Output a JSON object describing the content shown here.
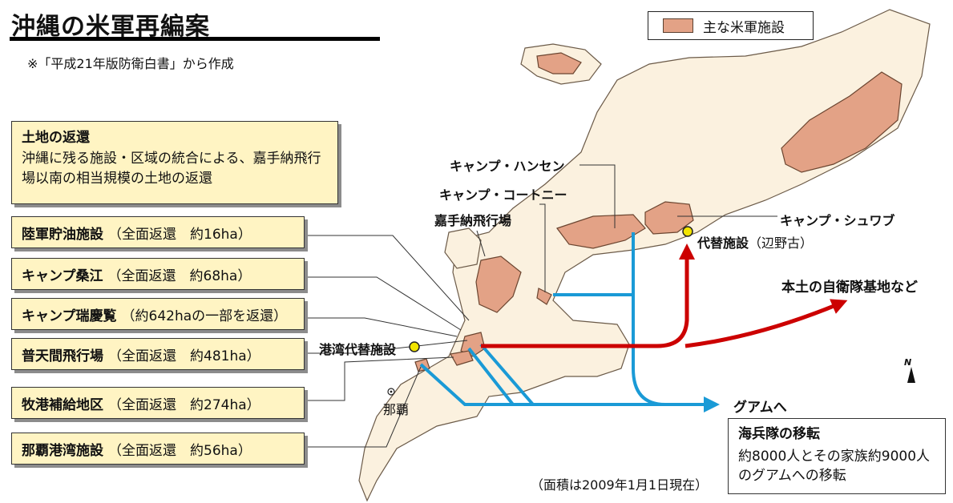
{
  "title": "沖縄の米軍再編案",
  "source": "※「平成21年版防衛白書」から作成",
  "legend": {
    "label": "主な米軍施設",
    "color": "#e3a286"
  },
  "land_return": {
    "title": "土地の返還",
    "body": "沖縄に残る施設・区域の統合による、嘉手納飛行場以南の相当規模の土地の返還"
  },
  "facilities": [
    {
      "name": "陸軍貯油施設",
      "detail": "（全面返還　約16ha）"
    },
    {
      "name": "キャンプ桑江",
      "detail": "（全面返還　約68ha）"
    },
    {
      "name": "キャンプ瑞慶覧",
      "detail": "（約642haの一部を返還）"
    },
    {
      "name": "普天間飛行場",
      "detail": "（全面返還　約481ha）"
    },
    {
      "name": "牧港補給地区",
      "detail": "（全面返還　約274ha）"
    },
    {
      "name": "那覇港湾施設",
      "detail": "（全面返還　約56ha）"
    }
  ],
  "map_labels": {
    "camp_hansen": "キャンプ・ハンセン",
    "camp_courtney": "キャンプ・コートニー",
    "kadena": "嘉手納飛行場",
    "camp_schwab": "キャンプ・シュワブ",
    "replacement": "代替施設",
    "replacement_place": "（辺野古）",
    "port_replacement": "港湾代替施設",
    "naha": "那覇",
    "sdf_bases": "本土の自衛隊基地など",
    "guam": "グアムへ",
    "north": "N"
  },
  "marines": {
    "title": "海兵隊の移転",
    "body": "約8000人とその家族約9000人のグアムへの移転"
  },
  "note": "（面積は2009年1月1日現在）",
  "colors": {
    "land": "#fbf1df",
    "base": "#e3a286",
    "red_arrow": "#cc0000",
    "blue_arrow": "#1a9ad6",
    "box": "#fff4c3"
  }
}
